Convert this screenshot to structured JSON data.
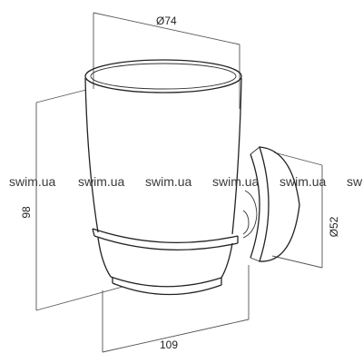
{
  "dimensions": {
    "rim_diameter": "Ø74",
    "height": "98",
    "base_diameter": "Ø52",
    "depth": "109"
  },
  "watermark": {
    "items": [
      "swim.ua",
      "swim.ua",
      "swim.ua",
      "swim.ua",
      "swim.ua",
      "swi"
    ]
  },
  "colors": {
    "line": "#222222",
    "extension_line": "#555555",
    "background": "#ffffff"
  }
}
